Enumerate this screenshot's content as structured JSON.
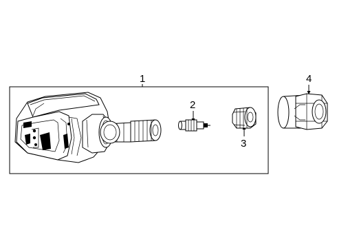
{
  "callouts": {
    "c1": "1",
    "c2": "2",
    "c3": "3",
    "c4": "4"
  },
  "parts": [
    {
      "callout": "1",
      "icon": "tpms-sensor-assembly-icon"
    },
    {
      "callout": "2",
      "icon": "valve-core-icon"
    },
    {
      "callout": "3",
      "icon": "valve-cap-icon"
    },
    {
      "callout": "4",
      "icon": "hex-nut-icon"
    }
  ],
  "colors": {
    "line": "#000000",
    "background": "#ffffff"
  }
}
